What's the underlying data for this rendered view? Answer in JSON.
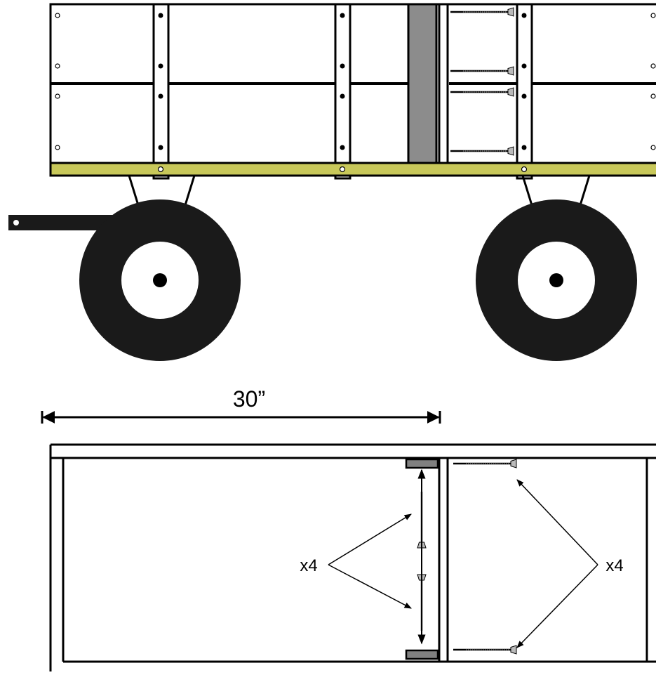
{
  "labels": {
    "dimension": "30”",
    "count_left": "x4",
    "count_right": "x4"
  },
  "colors": {
    "outline": "#000000",
    "rail": "#c8c85a",
    "divider": "#8c8c8c",
    "cleat": "#808080",
    "screw": "#9a9a9a",
    "tire": "#1a1a1a",
    "background": "#ffffff"
  }
}
